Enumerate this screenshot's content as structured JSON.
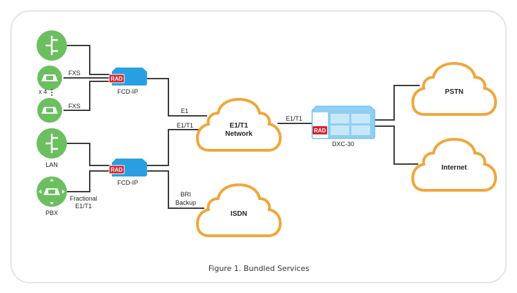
{
  "caption": "Figure 1.  Bundled Services",
  "colors": {
    "node_green": "#6bbf5f",
    "device_blue": "#2a9fe0",
    "cloud_orange": "#f0a63a",
    "rad_red": "#d3262f",
    "wire": "#3b3b3b"
  },
  "nodes": {
    "lan_top": {
      "icon": "lan-icon"
    },
    "phone1": {
      "icon": "phone-icon"
    },
    "phone2": {
      "icon": "phone-icon"
    },
    "multiplier": "x 4",
    "lan": {
      "icon": "lan-icon",
      "label": "LAN"
    },
    "pbx": {
      "icon": "pbx-icon",
      "label": "PBX"
    }
  },
  "devices": {
    "fcd_top": {
      "label": "FCD-IP",
      "badge": "RAD"
    },
    "fcd_bottom": {
      "label": "FCD-IP",
      "badge": "RAD"
    },
    "dxc": {
      "label": "DXC-30",
      "badge": "RAD"
    }
  },
  "links": {
    "fxs1": "FXS",
    "fxs2": "FXS",
    "e1": "E1",
    "e1t1_left": "E1/T1",
    "e1t1_right": "E1/T1",
    "bri_line1": "BRI",
    "bri_line2": "Backup",
    "frac_line1": "Fractional",
    "frac_line2": "E1/T1"
  },
  "clouds": {
    "network_line1": "E1/T1",
    "network_line2": "Network",
    "isdn": "ISDN",
    "pstn": "PSTN",
    "internet": "Internet"
  }
}
